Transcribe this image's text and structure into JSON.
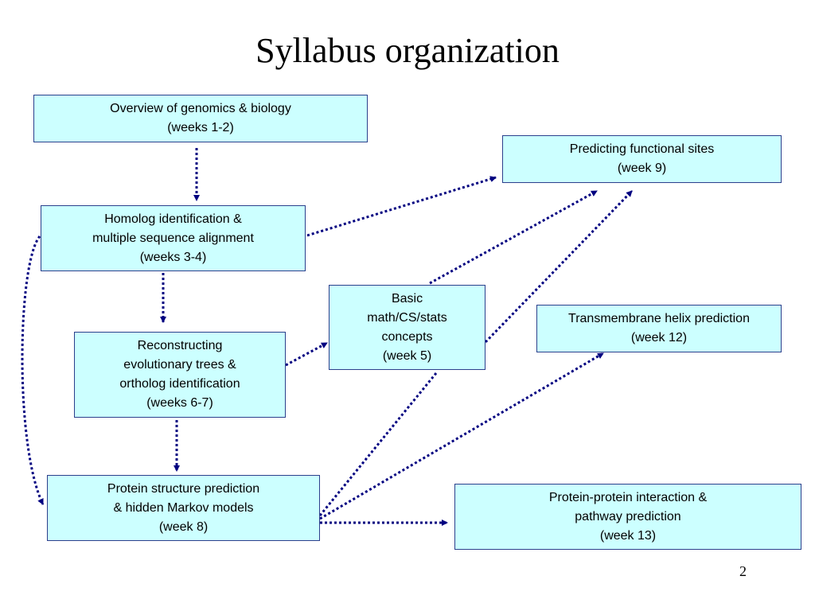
{
  "slide": {
    "title": "Syllabus organization",
    "page_number": "2"
  },
  "colors": {
    "box_fill": "#ccffff",
    "box_border": "#2b3f8c",
    "connector": "#000080"
  },
  "boxes": {
    "overview": [
      "Overview of genomics & biology",
      "(weeks 1-2)"
    ],
    "homolog": [
      "Homolog identification &",
      "multiple sequence alignment",
      "(weeks 3-4)"
    ],
    "trees": [
      "Reconstructing",
      "evolutionary trees &",
      "ortholog identification",
      "(weeks 6-7)"
    ],
    "protein_structure": [
      "Protein structure prediction",
      "& hidden Markov models",
      "(week 8)"
    ],
    "basic_math": [
      "Basic",
      "math/CS/stats",
      "concepts",
      "(week 5)"
    ],
    "functional_sites": [
      "Predicting functional sites",
      "(week 9)"
    ],
    "transmembrane": [
      "Transmembrane helix prediction",
      "(week 12)"
    ],
    "ppi": [
      "Protein-protein interaction &",
      "pathway prediction",
      "(week 13)"
    ]
  },
  "edges": [
    {
      "from": "overview",
      "to": "homolog"
    },
    {
      "from": "homolog",
      "to": "trees"
    },
    {
      "from": "trees",
      "to": "protein_structure"
    },
    {
      "from": "homolog",
      "to": "protein_structure"
    },
    {
      "from": "homolog",
      "to": "functional_sites"
    },
    {
      "from": "trees",
      "to": "basic_math"
    },
    {
      "from": "basic_math",
      "to": "functional_sites"
    },
    {
      "from": "basic_math",
      "to": "functional_sites"
    },
    {
      "from": "protein_structure",
      "to": "basic_math"
    },
    {
      "from": "protein_structure",
      "to": "transmembrane"
    },
    {
      "from": "protein_structure",
      "to": "ppi"
    }
  ]
}
